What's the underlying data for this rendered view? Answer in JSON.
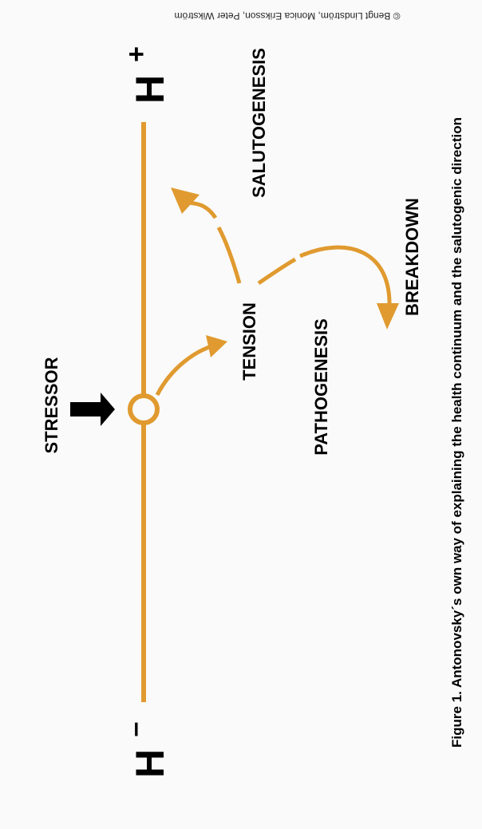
{
  "labels": {
    "h_plus": "H",
    "plus_sign": "+",
    "h_minus": "H",
    "minus_sign": "–",
    "stressor": "STRESSOR",
    "tension": "TENSION",
    "salutogenesis": "SALUTOGENESIS",
    "pathogenesis": "PATHOGENESIS",
    "breakdown": "BREAKDOWN"
  },
  "caption": "Figure 1. Antonovsky´s own way of explaining the health continuum and the salutogenic direction",
  "copyright": "© Bengt Lindström, Monica Eriksson, Peter Wikström",
  "colors": {
    "continuum": "#e09a2f",
    "text": "#000000",
    "background": "#fafafa"
  }
}
